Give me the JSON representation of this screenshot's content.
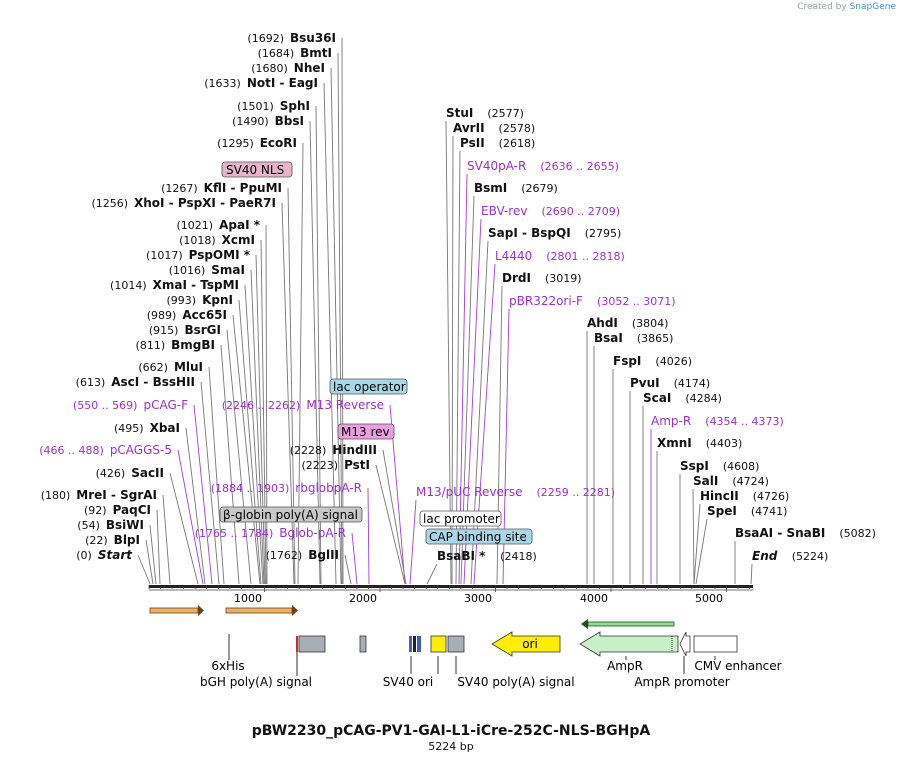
{
  "credit": {
    "prefix": "Created by",
    "brand": "SnapGene"
  },
  "title": "pBW2230_pCAG-PV1-GAI-L1-iCre-252C-NLS-BGHpA",
  "subtitle": "5224 bp",
  "colors": {
    "enzyme": "#111111",
    "primer": "#9b30d0",
    "backbone": "#222222",
    "leader": "#777777",
    "primer_leader": "#a040d8"
  },
  "ruler": {
    "ticks": [
      1000,
      2000,
      3000,
      4000,
      5000
    ]
  },
  "sites": [
    {
      "pre": "(1692)",
      "name": "Bsu36I",
      "ytext": 42,
      "xstart": 333,
      "xline": 342,
      "xend": 343,
      "color": "enzyme"
    },
    {
      "pre": "(1684)",
      "name": "BmtI",
      "ytext": 57,
      "xstart": 333,
      "xline": 338,
      "xend": 342,
      "color": "enzyme"
    },
    {
      "pre": "(1680)",
      "name": "NheI",
      "ytext": 72,
      "xstart": 325,
      "xline": 331,
      "xend": 341,
      "color": "enzyme"
    },
    {
      "pre": "(1633)",
      "name": "NotI - EagI",
      "ytext": 87,
      "xstart": 318,
      "xline": 324,
      "xend": 336,
      "color": "enzyme"
    },
    {
      "pre": "(1501)",
      "name": "SphI",
      "ytext": 110,
      "xstart": 309,
      "xline": 316,
      "xend": 321,
      "color": "enzyme"
    },
    {
      "pre": "(1490)",
      "name": "BbsI",
      "ytext": 125,
      "xstart": 305,
      "xline": 310,
      "xend": 320,
      "color": "enzyme"
    },
    {
      "pre": "(1295)",
      "name": "EcoRI",
      "ytext": 147,
      "xstart": 298,
      "xline": 303,
      "xend": 298,
      "color": "enzyme"
    },
    {
      "pre": "(1267)",
      "name": "KflI - PpuMI",
      "ytext": 192,
      "xstart": 282,
      "xline": 288,
      "xend": 295,
      "color": "enzyme"
    },
    {
      "pre": "(1256)",
      "name": "XhoI - PspXI - PaeR7I",
      "ytext": 207,
      "xstart": 275,
      "xline": 282,
      "xend": 294,
      "color": "enzyme"
    },
    {
      "pre": "(1021)",
      "name": "ApaI *",
      "ytext": 229,
      "xstart": 265,
      "xline": 266,
      "xend": 267,
      "color": "enzyme"
    },
    {
      "pre": "(1018)",
      "name": "XcmI",
      "ytext": 244,
      "xstart": 258,
      "xline": 261,
      "xend": 266,
      "color": "enzyme"
    },
    {
      "pre": "(1017)",
      "name": "PspOMI *",
      "ytext": 259,
      "xstart": 252,
      "xline": 256,
      "xend": 265,
      "color": "enzyme"
    },
    {
      "pre": "(1016)",
      "name": "SmaI",
      "ytext": 274,
      "xstart": 244,
      "xline": 251,
      "xend": 264,
      "color": "enzyme"
    },
    {
      "pre": "(1014)",
      "name": "XmaI - TspMI",
      "ytext": 289,
      "xstart": 237,
      "xline": 245,
      "xend": 263,
      "color": "enzyme"
    },
    {
      "pre": "(993)",
      "name": "KpnI",
      "ytext": 304,
      "xstart": 231,
      "xline": 239,
      "xend": 261,
      "color": "enzyme"
    },
    {
      "pre": "(989)",
      "name": "Acc65I",
      "ytext": 319,
      "xstart": 225,
      "xline": 233,
      "xend": 260,
      "color": "enzyme"
    },
    {
      "pre": "(915)",
      "name": "BsrGI",
      "ytext": 334,
      "xstart": 217,
      "xline": 227,
      "xend": 251,
      "color": "enzyme"
    },
    {
      "pre": "(811)",
      "name": "BmgBI",
      "ytext": 349,
      "xstart": 209,
      "xline": 221,
      "xend": 239,
      "color": "enzyme"
    },
    {
      "pre": "(662)",
      "name": "MluI",
      "ytext": 371,
      "xstart": 203,
      "xline": 209,
      "xend": 224,
      "color": "enzyme"
    },
    {
      "pre": "(613)",
      "name": "AscI - BssHII",
      "ytext": 386,
      "xstart": 195,
      "xline": 201,
      "xend": 219,
      "color": "enzyme"
    },
    {
      "pre": "(550 .. 569)",
      "name": "pCAG-F",
      "ytext": 409,
      "xstart": 188,
      "xline": 194,
      "xend": 212,
      "color": "primer"
    },
    {
      "pre": "(495)",
      "name": "XbaI",
      "ytext": 432,
      "xstart": 180,
      "xline": 186,
      "xend": 205,
      "color": "enzyme"
    },
    {
      "pre": "(466 .. 488)",
      "name": "pCAGGS-5",
      "ytext": 454,
      "xstart": 173,
      "xline": 178,
      "xend": 203,
      "color": "primer"
    },
    {
      "pre": "(426)",
      "name": "SacII",
      "ytext": 477,
      "xstart": 165,
      "xline": 170,
      "xend": 198,
      "color": "enzyme"
    },
    {
      "pre": "(180)",
      "name": "MreI - SgrAI",
      "ytext": 499,
      "xstart": 158,
      "xline": 163,
      "xend": 170,
      "color": "enzyme"
    },
    {
      "pre": "(92)",
      "name": "PaqCI",
      "ytext": 514,
      "xstart": 152,
      "xline": 157,
      "xend": 160,
      "color": "enzyme"
    },
    {
      "pre": "(54)",
      "name": "BsiWI",
      "ytext": 529,
      "xstart": 145,
      "xline": 150,
      "xend": 156,
      "color": "enzyme"
    },
    {
      "pre": "(22)",
      "name": "BlpI",
      "ytext": 544,
      "xstart": 141,
      "xline": 146,
      "xend": 153,
      "color": "enzyme"
    },
    {
      "pre": "(0)",
      "name": "Start",
      "ytext": 559,
      "xstart": 133,
      "xline": 138,
      "xend": 150,
      "color": "enzyme",
      "italic": true
    },
    {
      "pre": "(2246 .. 2262)",
      "name": "M13 Reverse",
      "ytext": 409,
      "xstart": 312,
      "xline": 390,
      "xend": 405,
      "color": "primer"
    },
    {
      "pre": "(2228)",
      "name": "HindIII",
      "ytext": 454,
      "xstart": 340,
      "xline": 383,
      "xend": 406,
      "color": "enzyme"
    },
    {
      "pre": "(2223)",
      "name": "PstI",
      "ytext": 469,
      "xstart": 345,
      "xline": 376,
      "xend": 405,
      "color": "enzyme"
    },
    {
      "pre": "(1884 .. 1903)",
      "name": "rbglobpA-R",
      "ytext": 492,
      "xstart": 297,
      "xline": 368,
      "xend": 369,
      "color": "primer"
    },
    {
      "pre": "(1765 .. 1784)",
      "name": "Bglob-pA-R",
      "ytext": 537,
      "xstart": 280,
      "xline": 352,
      "xend": 357,
      "color": "primer"
    },
    {
      "pre": "(1762)",
      "name": "BglII",
      "ytext": 559,
      "xstart": 308,
      "xline": 345,
      "xend": 351,
      "color": "enzyme"
    }
  ],
  "right_sites": [
    {
      "pre": "(2577)",
      "name": "StuI",
      "ytext": 117,
      "xtext": 446,
      "xline": 446,
      "xend": 451,
      "color": "enzyme"
    },
    {
      "pre": "(2578)",
      "name": "AvrII",
      "ytext": 132,
      "xtext": 453,
      "xline": 453,
      "xend": 452,
      "color": "enzyme"
    },
    {
      "pre": "(2618)",
      "name": "PsII",
      "ytext": 147,
      "xtext": 460,
      "xline": 460,
      "xend": 456,
      "color": "enzyme"
    },
    {
      "pre": "(2636 .. 2655)",
      "name": "SV40pA-R",
      "ytext": 170,
      "xtext": 467,
      "xline": 467,
      "xend": 459,
      "color": "primer"
    },
    {
      "pre": "(2679)",
      "name": "BsmI",
      "ytext": 192,
      "xtext": 474,
      "xline": 474,
      "xend": 461,
      "color": "enzyme"
    },
    {
      "pre": "(2690 .. 2709)",
      "name": "EBV-rev",
      "ytext": 215,
      "xtext": 481,
      "xline": 481,
      "xend": 464,
      "color": "primer"
    },
    {
      "pre": "(2795)",
      "name": "SapI - BspQI",
      "ytext": 237,
      "xtext": 488,
      "xline": 488,
      "xend": 471,
      "color": "enzyme"
    },
    {
      "pre": "(2801 .. 2818)",
      "name": "L4440",
      "ytext": 260,
      "xtext": 495,
      "xline": 495,
      "xend": 474,
      "color": "primer"
    },
    {
      "pre": "(3019)",
      "name": "DrdI",
      "ytext": 282,
      "xtext": 502,
      "xline": 502,
      "xend": 497,
      "color": "enzyme"
    },
    {
      "pre": "(3052 .. 3071)",
      "name": "pBR322ori-F",
      "ytext": 305,
      "xtext": 509,
      "xline": 509,
      "xend": 503,
      "color": "primer"
    },
    {
      "pre": "(2259 .. 2281)",
      "name": "M13/pUC Reverse",
      "ytext": 496,
      "xtext": 416,
      "xline": 416,
      "xend": 410,
      "color": "primer"
    },
    {
      "pre": "(2418)",
      "name": "BsaBI *",
      "ytext": 560,
      "xtext": 437,
      "xline": 437,
      "xend": 427,
      "color": "enzyme"
    },
    {
      "pre": "(3804)",
      "name": "AhdI",
      "ytext": 327,
      "xtext": 587,
      "xline": 587,
      "xend": 587,
      "color": "enzyme"
    },
    {
      "pre": "(3865)",
      "name": "BsaI",
      "ytext": 342,
      "xtext": 594,
      "xline": 594,
      "xend": 594,
      "color": "enzyme"
    },
    {
      "pre": "(4026)",
      "name": "FspI",
      "ytext": 365,
      "xtext": 613,
      "xline": 613,
      "xend": 613,
      "color": "enzyme"
    },
    {
      "pre": "(4174)",
      "name": "PvuI",
      "ytext": 387,
      "xtext": 630,
      "xline": 630,
      "xend": 630,
      "color": "enzyme"
    },
    {
      "pre": "(4284)",
      "name": "ScaI",
      "ytext": 402,
      "xtext": 643,
      "xline": 643,
      "xend": 643,
      "color": "enzyme"
    },
    {
      "pre": "(4354 .. 4373)",
      "name": "Amp-R",
      "ytext": 425,
      "xtext": 651,
      "xline": 651,
      "xend": 651,
      "color": "primer"
    },
    {
      "pre": "(4403)",
      "name": "XmnI",
      "ytext": 447,
      "xtext": 657,
      "xline": 657,
      "xend": 657,
      "color": "enzyme"
    },
    {
      "pre": "(4608)",
      "name": "SspI",
      "ytext": 470,
      "xtext": 680,
      "xline": 680,
      "xend": 680,
      "color": "enzyme"
    },
    {
      "pre": "(4724)",
      "name": "SalI",
      "ytext": 485,
      "xtext": 693,
      "xline": 693,
      "xend": 694,
      "color": "enzyme"
    },
    {
      "pre": "(4726)",
      "name": "HincII",
      "ytext": 500,
      "xtext": 700,
      "xline": 700,
      "xend": 694,
      "color": "enzyme"
    },
    {
      "pre": "(4741)",
      "name": "SpeI",
      "ytext": 515,
      "xtext": 707,
      "xline": 707,
      "xend": 696,
      "color": "enzyme"
    },
    {
      "pre": "(5082)",
      "name": "BsaAI - SnaBI",
      "ytext": 537,
      "xtext": 735,
      "xline": 735,
      "xend": 735,
      "color": "enzyme"
    },
    {
      "pre": "(5224)",
      "name": "End",
      "ytext": 560,
      "xtext": 752,
      "xline": 752,
      "xend": 751,
      "color": "enzyme",
      "italic": true
    }
  ],
  "feature_tags": [
    {
      "label": "SV40 NLS",
      "fill": "#e8b4c8"
    },
    {
      "label": "lac operator",
      "fill": "#a8d8e8"
    },
    {
      "label": "M13 rev",
      "fill": "#e8a0e0"
    },
    {
      "label": "β-globin poly(A) signal",
      "fill": "#c8c8c8"
    },
    {
      "label": "lac promoter",
      "fill": "#ffffff"
    },
    {
      "label": "CAP binding site",
      "fill": "#a8d8e8"
    }
  ],
  "bottom_features": [
    {
      "label": "6xHis"
    },
    {
      "label": "bGH poly(A) signal"
    },
    {
      "label": "SV40 ori"
    },
    {
      "label": "SV40 poly(A) signal"
    },
    {
      "label": "ori"
    },
    {
      "label": "AmpR"
    },
    {
      "label": "AmpR promoter"
    },
    {
      "label": "CMV enhancer"
    }
  ]
}
